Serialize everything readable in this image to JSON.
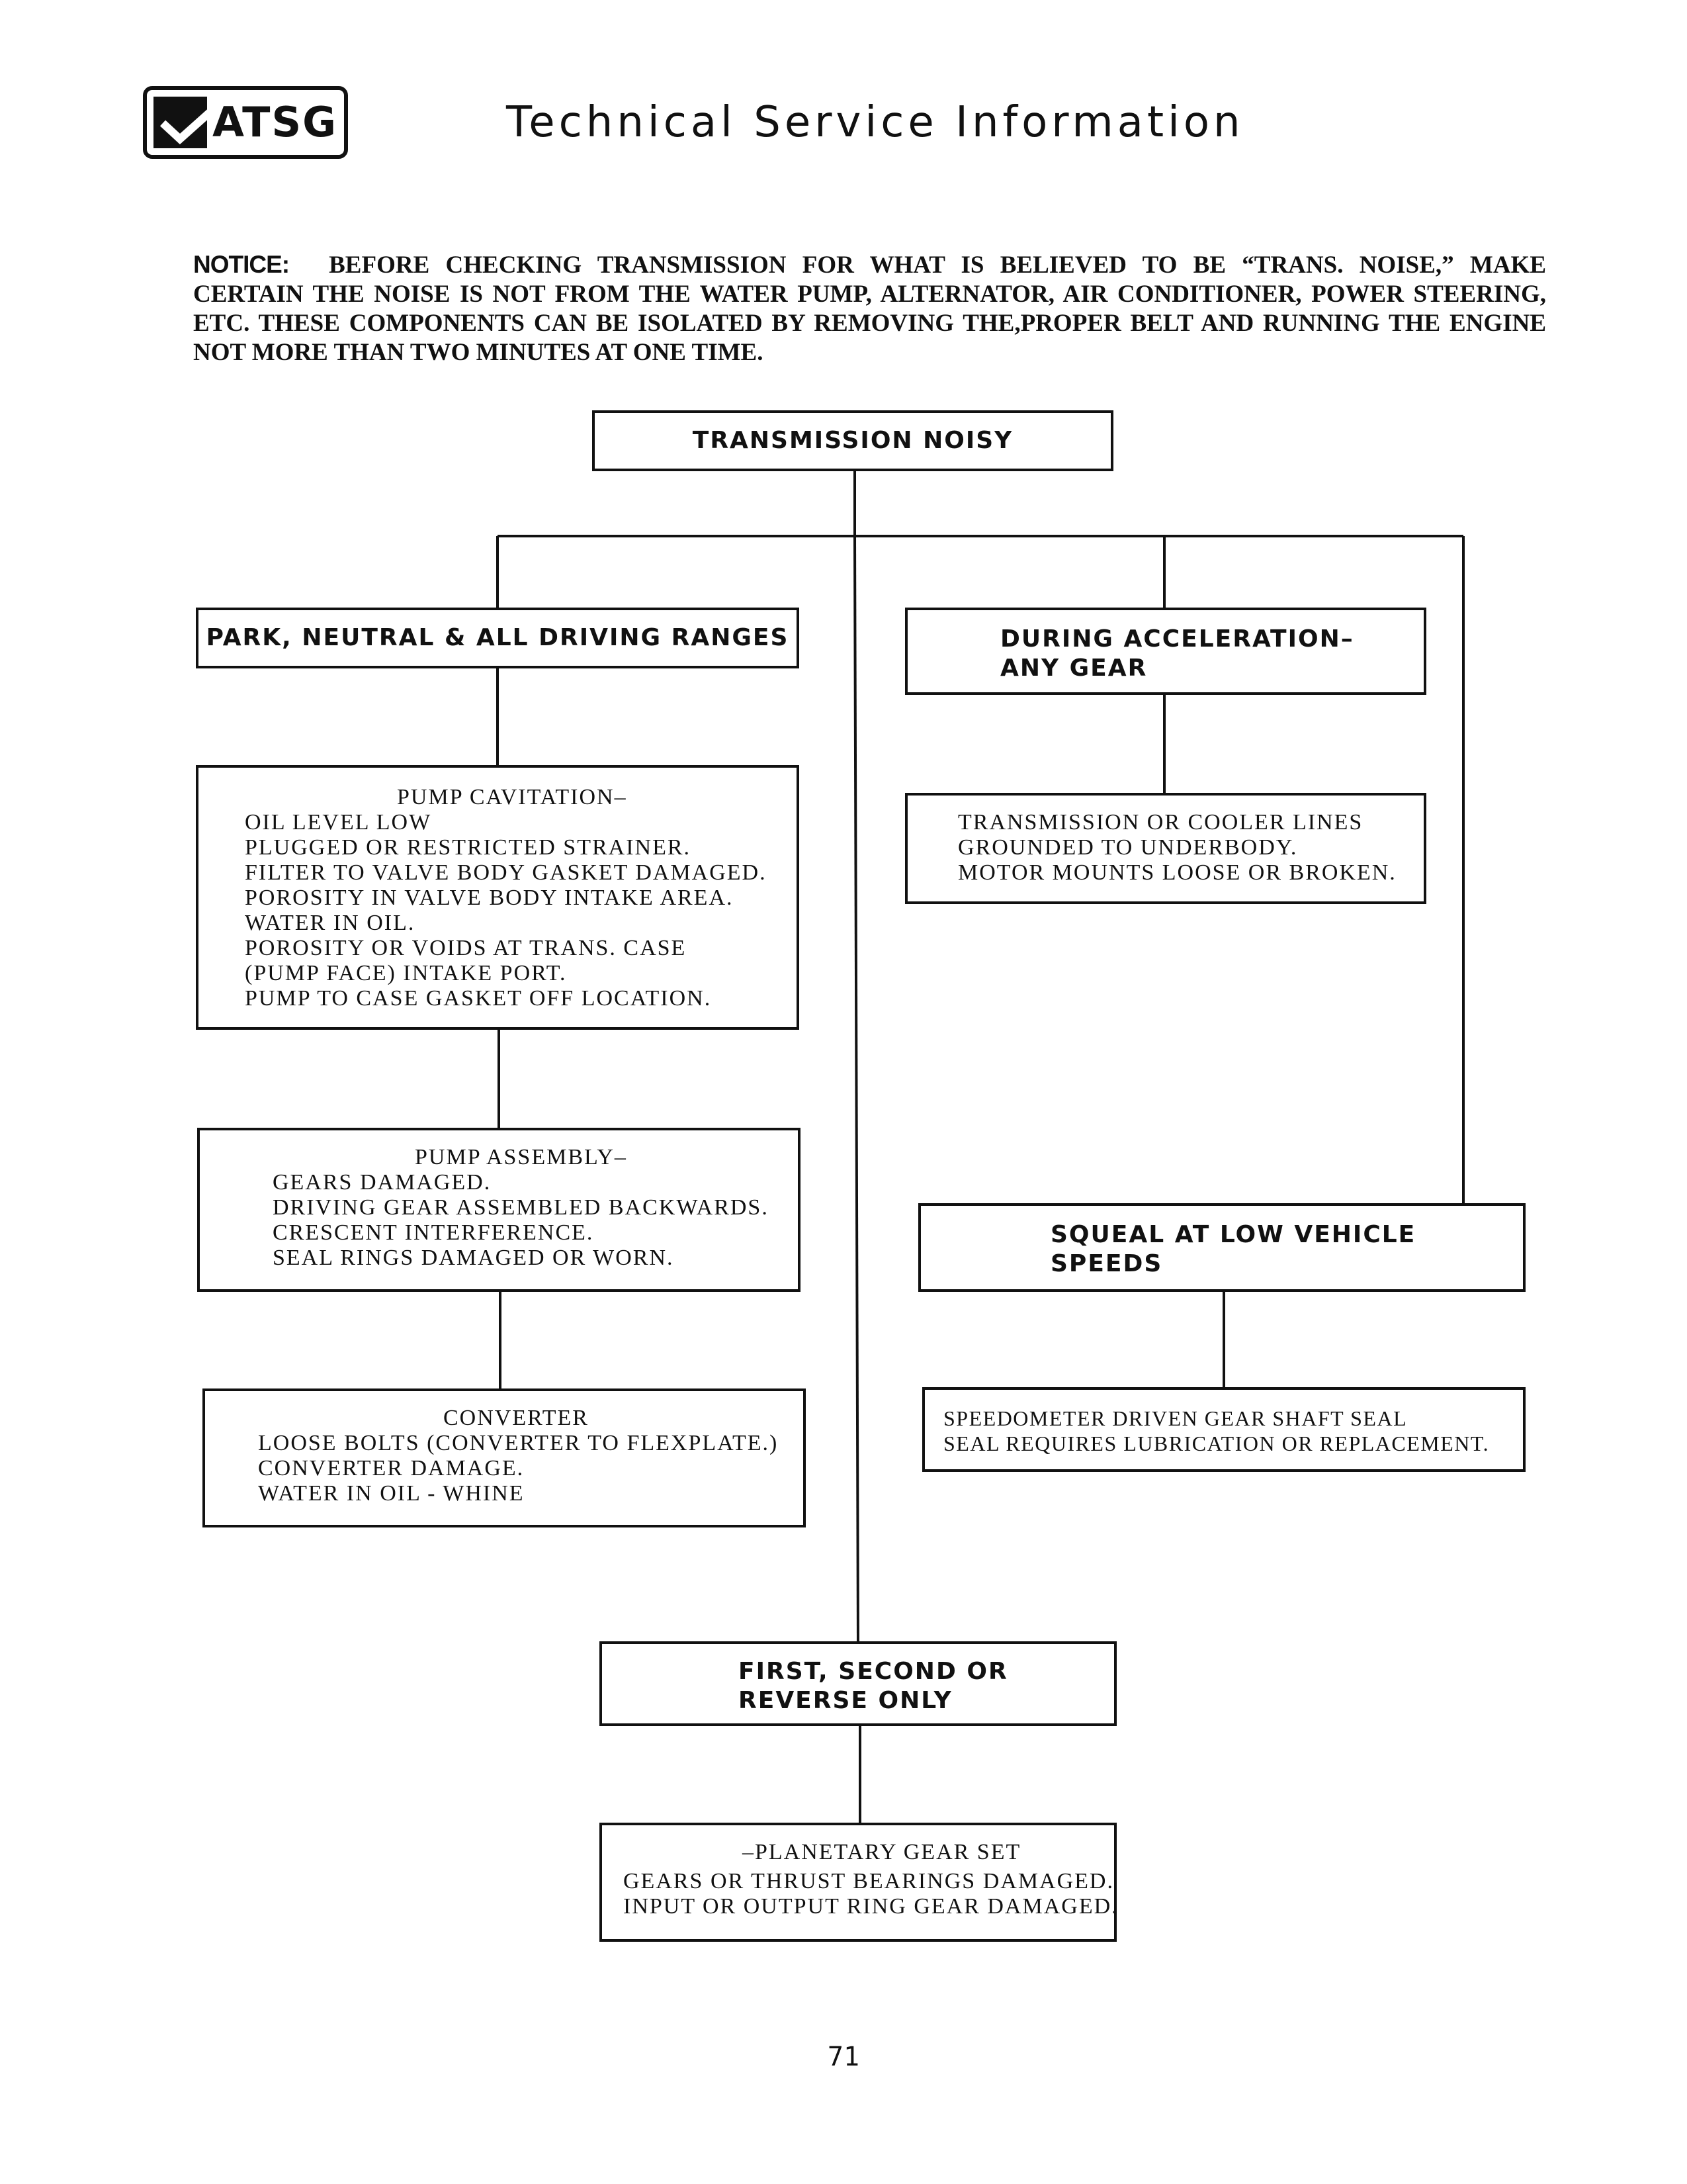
{
  "header": {
    "logo_text": "ATSG",
    "title": "Technical Service Information"
  },
  "notice": {
    "label": "NOTICE:",
    "text": "BEFORE CHECKING TRANSMISSION FOR WHAT IS BELIEVED TO BE “TRANS. NOISE,” MAKE CERTAIN THE NOISE IS NOT FROM THE WATER PUMP, ALTERNATOR, AIR CONDITIONER, POWER STEERING, ETC. THESE COMPONENTS CAN BE ISOLATED BY REMOVING THE,PROPER BELT AND RUNNING THE ENGINE NOT MORE THAN TWO MINUTES AT ONE TIME."
  },
  "flowchart": {
    "root": "TRANSMISSION NOISY",
    "park_neutral": "PARK, NEUTRAL & ALL DRIVING RANGES",
    "pump_cavitation": {
      "title": "PUMP CAVITATION–",
      "lines": [
        "OIL LEVEL LOW",
        "PLUGGED OR RESTRICTED STRAINER.",
        "FILTER TO VALVE BODY GASKET DAMAGED.",
        "POROSITY IN VALVE BODY INTAKE AREA.",
        "WATER IN OIL.",
        "POROSITY OR VOIDS AT TRANS. CASE",
        "(PUMP FACE) INTAKE PORT.",
        "PUMP TO CASE GASKET OFF LOCATION."
      ]
    },
    "pump_assembly": {
      "title": "PUMP ASSEMBLY–",
      "lines": [
        "GEARS DAMAGED.",
        "DRIVING GEAR ASSEMBLED BACKWARDS.",
        "CRESCENT INTERFERENCE.",
        "SEAL RINGS DAMAGED OR WORN."
      ]
    },
    "converter": {
      "title": "CONVERTER",
      "lines": [
        "LOOSE BOLTS (CONVERTER TO FLEXPLATE.)",
        "CONVERTER DAMAGE.",
        "WATER IN OIL - WHINE"
      ]
    },
    "acceleration": {
      "line1": "DURING ACCELERATION–",
      "line2": "ANY GEAR"
    },
    "cooler_lines": {
      "lines": [
        "TRANSMISSION OR COOLER LINES",
        "GROUNDED TO UNDERBODY.",
        "MOTOR MOUNTS LOOSE OR BROKEN."
      ]
    },
    "squeal": {
      "line1": "SQUEAL AT LOW VEHICLE",
      "line2": "SPEEDS"
    },
    "speedometer": {
      "lines": [
        "SPEEDOMETER DRIVEN GEAR SHAFT SEAL",
        "SEAL REQUIRES LUBRICATION OR REPLACEMENT."
      ]
    },
    "first_second": {
      "line1": "FIRST, SECOND OR",
      "line2": "REVERSE ONLY"
    },
    "planetary": {
      "title": "–PLANETARY GEAR SET",
      "lines": [
        "GEARS OR THRUST BEARINGS DAMAGED.",
        "INPUT OR OUTPUT RING GEAR DAMAGED."
      ]
    }
  },
  "page_number": "71"
}
